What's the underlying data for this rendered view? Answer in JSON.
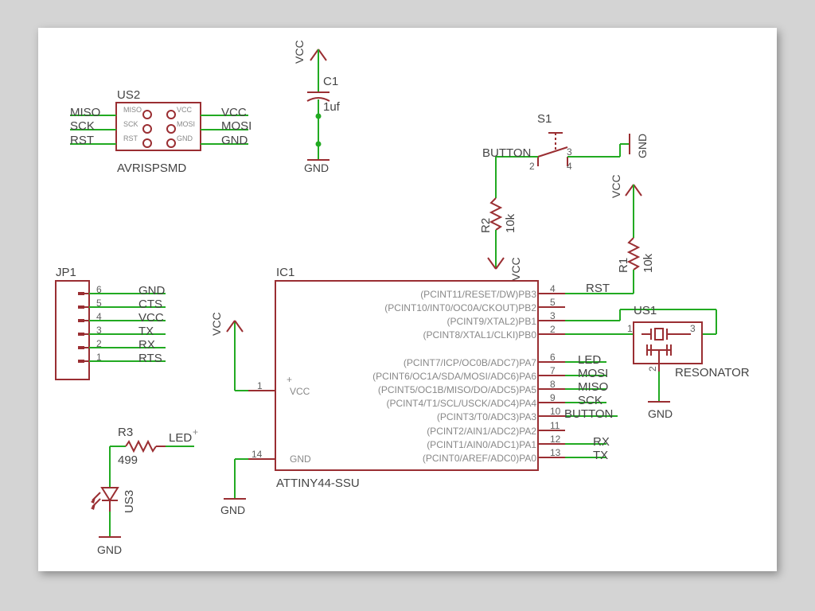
{
  "colors": {
    "part": "#9a2e32",
    "net": "#22aa22",
    "label": "#444444",
    "pin_num": "#5e5e5e",
    "pin_name": "#888888",
    "junction": "#22aa22",
    "sheet": "#ffffff",
    "background": "#d4d4d4"
  },
  "ic1": {
    "ref": "IC1",
    "value": "ATTINY44-SSU",
    "vcc_label": "VCC",
    "gnd_label": "GND",
    "pins_right": [
      {
        "num": "4",
        "name": "(PCINT11/RESET/DW)PB3"
      },
      {
        "num": "5",
        "name": "(PCINT10/INT0/OC0A/CKOUT)PB2"
      },
      {
        "num": "3",
        "name": "(PCINT9/XTAL2)PB1"
      },
      {
        "num": "2",
        "name": "(PCINT8/XTAL1/CLKI)PB0"
      },
      {
        "num": "6",
        "name": "(PCINT7/ICP/OC0B/ADC7)PA7"
      },
      {
        "num": "7",
        "name": "(PCINT6/OC1A/SDA/MOSI/ADC6)PA6"
      },
      {
        "num": "8",
        "name": "(PCINT5/OC1B/MISO/DO/ADC5)PA5"
      },
      {
        "num": "9",
        "name": "(PCINT4/T1/SCL/USCK/ADC4)PA4"
      },
      {
        "num": "10",
        "name": "(PCINT3/T0/ADC3)PA3"
      },
      {
        "num": "11",
        "name": "(PCINT2/AIN1/ADC2)PA2"
      },
      {
        "num": "12",
        "name": "(PCINT1/AIN0/ADC1)PA1"
      },
      {
        "num": "13",
        "name": "(PCINT0/AREF/ADC0)PA0"
      }
    ],
    "pin_vcc_num": "1",
    "pin_gnd_num": "14",
    "nets": {
      "rst": "RST",
      "led": "LED",
      "mosi": "MOSI",
      "miso": "MISO",
      "sck": "SCK",
      "button": "BUTTON",
      "rx": "RX",
      "tx": "TX"
    },
    "vcc_supply": "VCC",
    "gnd_supply": "GND"
  },
  "us2": {
    "ref": "US2",
    "value": "AVRISPSMD",
    "pins_left": [
      "MISO",
      "SCK",
      "RST"
    ],
    "pins_right": [
      "VCC",
      "MOSI",
      "GND"
    ],
    "nets_left": [
      "MISO",
      "SCK",
      "RST"
    ],
    "nets_right": [
      "VCC",
      "MOSI",
      "GND"
    ]
  },
  "c1": {
    "ref": "C1",
    "value": "1uf",
    "top_supply": "VCC",
    "bottom_supply": "GND"
  },
  "s1": {
    "ref": "S1",
    "pin2": "2",
    "pin3": "3",
    "pin4": "4",
    "net": "BUTTON",
    "gnd_supply": "GND"
  },
  "r2": {
    "ref": "R2",
    "value": "10k",
    "supply": "VCC"
  },
  "r1": {
    "ref": "R1",
    "value": "10k",
    "supply": "VCC"
  },
  "jp1": {
    "ref": "JP1",
    "pins": [
      {
        "num": "6",
        "net": "GND"
      },
      {
        "num": "5",
        "net": "CTS"
      },
      {
        "num": "4",
        "net": "VCC"
      },
      {
        "num": "3",
        "net": "TX"
      },
      {
        "num": "2",
        "net": "RX"
      },
      {
        "num": "1",
        "net": "RTS"
      }
    ]
  },
  "us1": {
    "ref": "US1",
    "value": "RESONATOR",
    "pin1": "1",
    "pin2": "2",
    "pin3": "3",
    "gnd_supply": "GND"
  },
  "r3": {
    "ref": "R3",
    "value": "499",
    "net": "LED"
  },
  "us3": {
    "ref": "US3",
    "gnd_supply": "GND"
  }
}
